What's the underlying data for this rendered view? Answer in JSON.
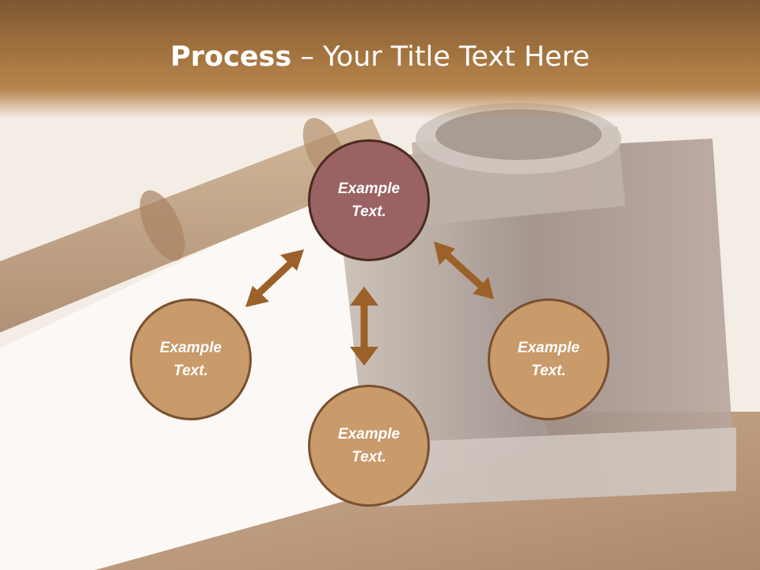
{
  "title": {
    "bold": "Process",
    "rest": " – Your Title Text Here"
  },
  "nodes": {
    "top": "Example Text.",
    "left": "Example Text.",
    "right": "Example Text.",
    "bottom": "Example Text."
  },
  "colors": {
    "center_fill": "#9a6262",
    "node_fill": "#c99a6a",
    "arrow": "#9c6129",
    "header": "#a3733f"
  },
  "icons": {
    "arrow": "double-headed-arrow"
  }
}
